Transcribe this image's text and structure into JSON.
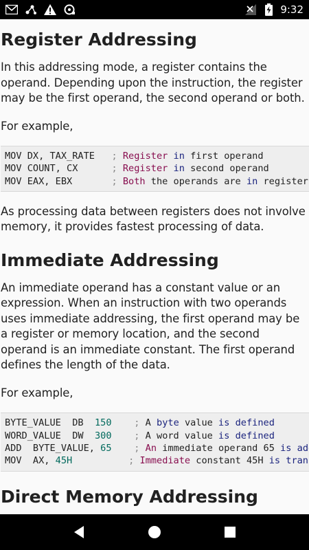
{
  "status_bar": {
    "time": "9:32",
    "icons_left": [
      "gmail-icon",
      "network-icon",
      "alert-icon",
      "sync-icon"
    ],
    "icons_right": [
      "no-signal-icon",
      "battery-charging-icon"
    ]
  },
  "sections": {
    "register": {
      "title": "Register Addressing",
      "para1": "In this addressing mode, a register contains the operand. Depending upon the instruction, the register may be the first operand, the second operand or both.",
      "para2": "For example,",
      "para3": "As processing data between registers does not involve memory, it provides fastest processing of data."
    },
    "immediate": {
      "title": "Immediate Addressing",
      "para1": "An immediate operand has a constant value or an expression. When an instruction with two operands uses immediate addressing, the first operand may be a register or memory location, and the second operand is an immediate constant. The first operand defines the length of the data.",
      "para2": "For example,"
    },
    "direct": {
      "title": "Direct Memory Addressing"
    }
  },
  "code1": [
    [
      [
        "MOV DX, TAX_RATE   ",
        "plain"
      ],
      [
        "; ",
        "semi"
      ],
      [
        "Register ",
        "comment"
      ],
      [
        "in ",
        "kw"
      ],
      [
        "first operand",
        "plain"
      ]
    ],
    [
      [
        "MOV COUNT, CX      ",
        "plain"
      ],
      [
        "; ",
        "semi"
      ],
      [
        "Register ",
        "comment"
      ],
      [
        "in ",
        "kw"
      ],
      [
        "second operand",
        "plain"
      ]
    ],
    [
      [
        "MOV EAX, EBX       ",
        "plain"
      ],
      [
        "; ",
        "semi"
      ],
      [
        "Both ",
        "comment"
      ],
      [
        "the operands are ",
        "plain"
      ],
      [
        "in ",
        "kw"
      ],
      [
        "registers",
        "plain"
      ]
    ]
  ],
  "code2": [
    [
      [
        "BYTE_VALUE  DB  ",
        "plain"
      ],
      [
        "150",
        "num"
      ],
      [
        "    ",
        "plain"
      ],
      [
        "; ",
        "semi"
      ],
      [
        "A ",
        "plain"
      ],
      [
        "byte ",
        "kw"
      ],
      [
        "value ",
        "plain"
      ],
      [
        "is defined",
        "kw"
      ]
    ],
    [
      [
        "WORD_VALUE  DW  ",
        "plain"
      ],
      [
        "300",
        "num"
      ],
      [
        "    ",
        "plain"
      ],
      [
        "; ",
        "semi"
      ],
      [
        "A word value ",
        "plain"
      ],
      [
        "is defined",
        "kw"
      ]
    ],
    [
      [
        "ADD  BYTE_VALUE, ",
        "plain"
      ],
      [
        "65",
        "num"
      ],
      [
        "    ",
        "plain"
      ],
      [
        "; ",
        "semi"
      ],
      [
        "An ",
        "comment"
      ],
      [
        "immediate operand 65 ",
        "plain"
      ],
      [
        "is added",
        "kw"
      ]
    ],
    [
      [
        "MOV  AX, ",
        "plain"
      ],
      [
        "45H",
        "num"
      ],
      [
        "          ",
        "plain"
      ],
      [
        "; ",
        "semi"
      ],
      [
        "Immediate ",
        "comment"
      ],
      [
        "constant 45H ",
        "plain"
      ],
      [
        "is transferred",
        "kw"
      ]
    ]
  ]
}
